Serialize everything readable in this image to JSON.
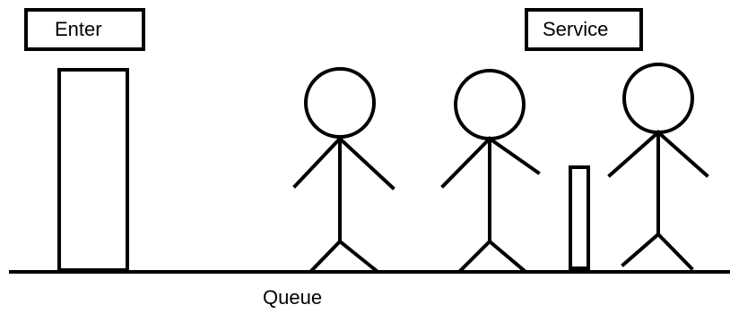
{
  "labels": {
    "enter": "Enter",
    "service": "Service",
    "queue": "Queue"
  },
  "colors": {
    "background": "#ffffff",
    "stroke": "#000000"
  }
}
